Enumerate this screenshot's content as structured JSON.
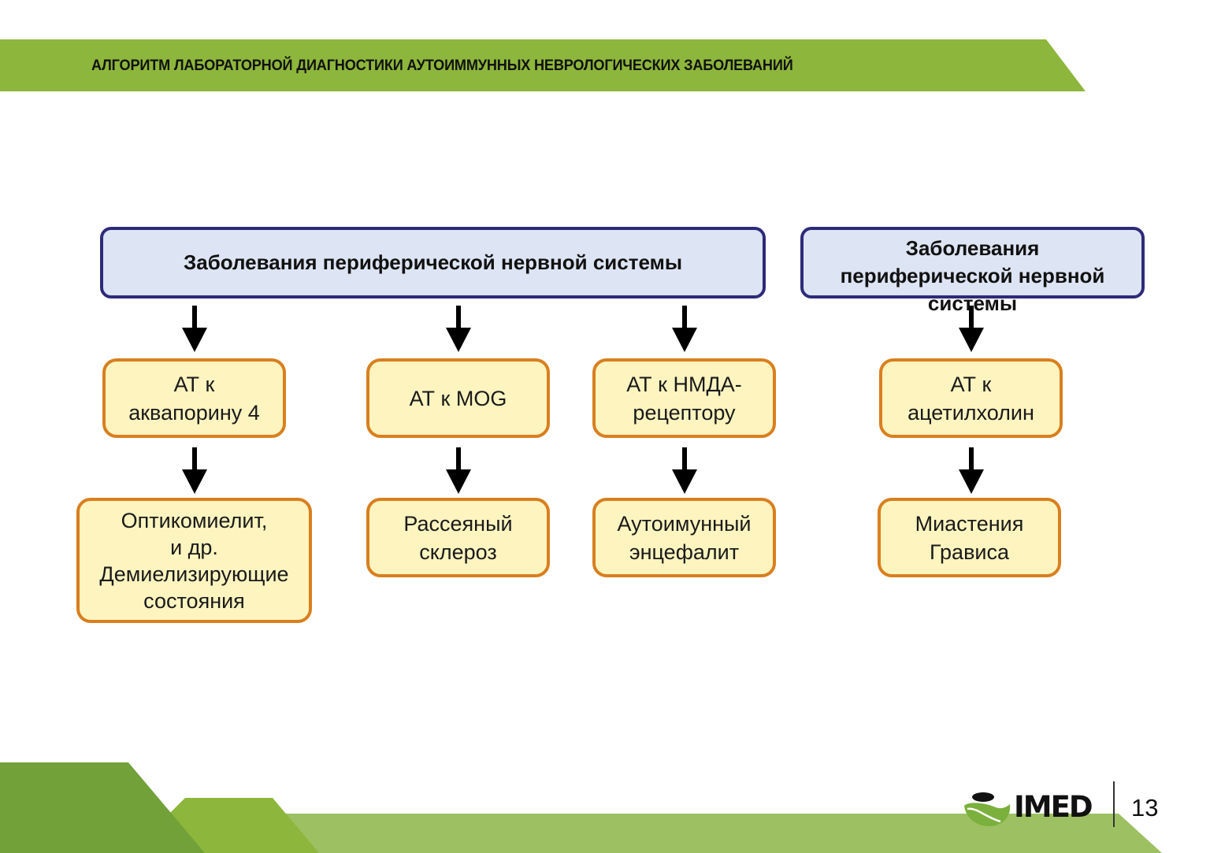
{
  "header": {
    "title": "АЛГОРИТМ ЛАБОРАТОРНОЙ ДИАГНОСТИКИ АУТОИММУННЫХ НЕВРОЛОГИЧЕСКИХ ЗАБОЛЕВАНИЙ",
    "band_color": "#8db63c"
  },
  "diagram": {
    "category_boxes": [
      {
        "label": "Заболевания периферической нервной системы"
      },
      {
        "label": "Заболевания периферической нервной системы",
        "lines": [
          "Заболевания",
          "периферической нервной",
          "системы"
        ]
      }
    ],
    "test_boxes": [
      {
        "label": "АТ к\nаквапорину 4"
      },
      {
        "label": "АТ к MOG"
      },
      {
        "label": "АТ к НМДА-\nрецептору"
      },
      {
        "label": "АТ к\nацетилхолин"
      }
    ],
    "disease_boxes": [
      {
        "label": "Оптикомиелит,\nи др.\nДемиелизирующие\nсостояния"
      },
      {
        "label": "Рассеяный\nсклероз"
      },
      {
        "label": "Аутоимунный\nэнцефалит"
      },
      {
        "label": "Миастения\nГрависа"
      }
    ],
    "colors": {
      "category_fill": "#dde4f3",
      "category_border": "#2d2b7a",
      "box_fill": "#fdf4c0",
      "box_border": "#d97f1f",
      "arrow": "#000000"
    }
  },
  "footer": {
    "logo_text": "IMED",
    "page_number": "13"
  }
}
